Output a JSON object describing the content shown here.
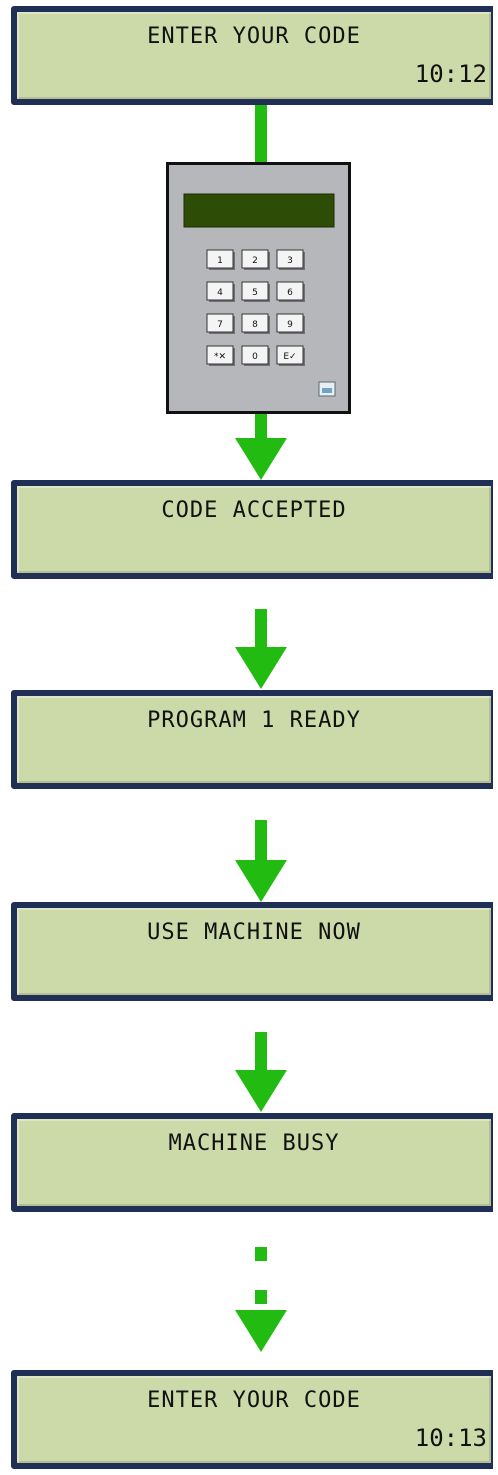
{
  "screens": [
    {
      "line1": "ENTER YOUR CODE",
      "line2": "10:12"
    },
    {
      "line1": "CODE ACCEPTED",
      "line2": ""
    },
    {
      "line1": "PROGRAM 1 READY",
      "line2": ""
    },
    {
      "line1": "USE MACHINE NOW",
      "line2": ""
    },
    {
      "line1": "MACHINE BUSY",
      "line2": ""
    },
    {
      "line1": "ENTER YOUR CODE",
      "line2": "10:13"
    }
  ],
  "keypad": {
    "keys": [
      "1",
      "2",
      "3",
      "4",
      "5",
      "6",
      "7",
      "8",
      "9",
      "*✕",
      "0",
      "E✓"
    ],
    "colors": {
      "body": "#b5b7ba",
      "lcd": "#2d4c06",
      "arrow": "#22bb11",
      "frame": "#1f2f55",
      "screen": "#ccd9a8"
    }
  }
}
